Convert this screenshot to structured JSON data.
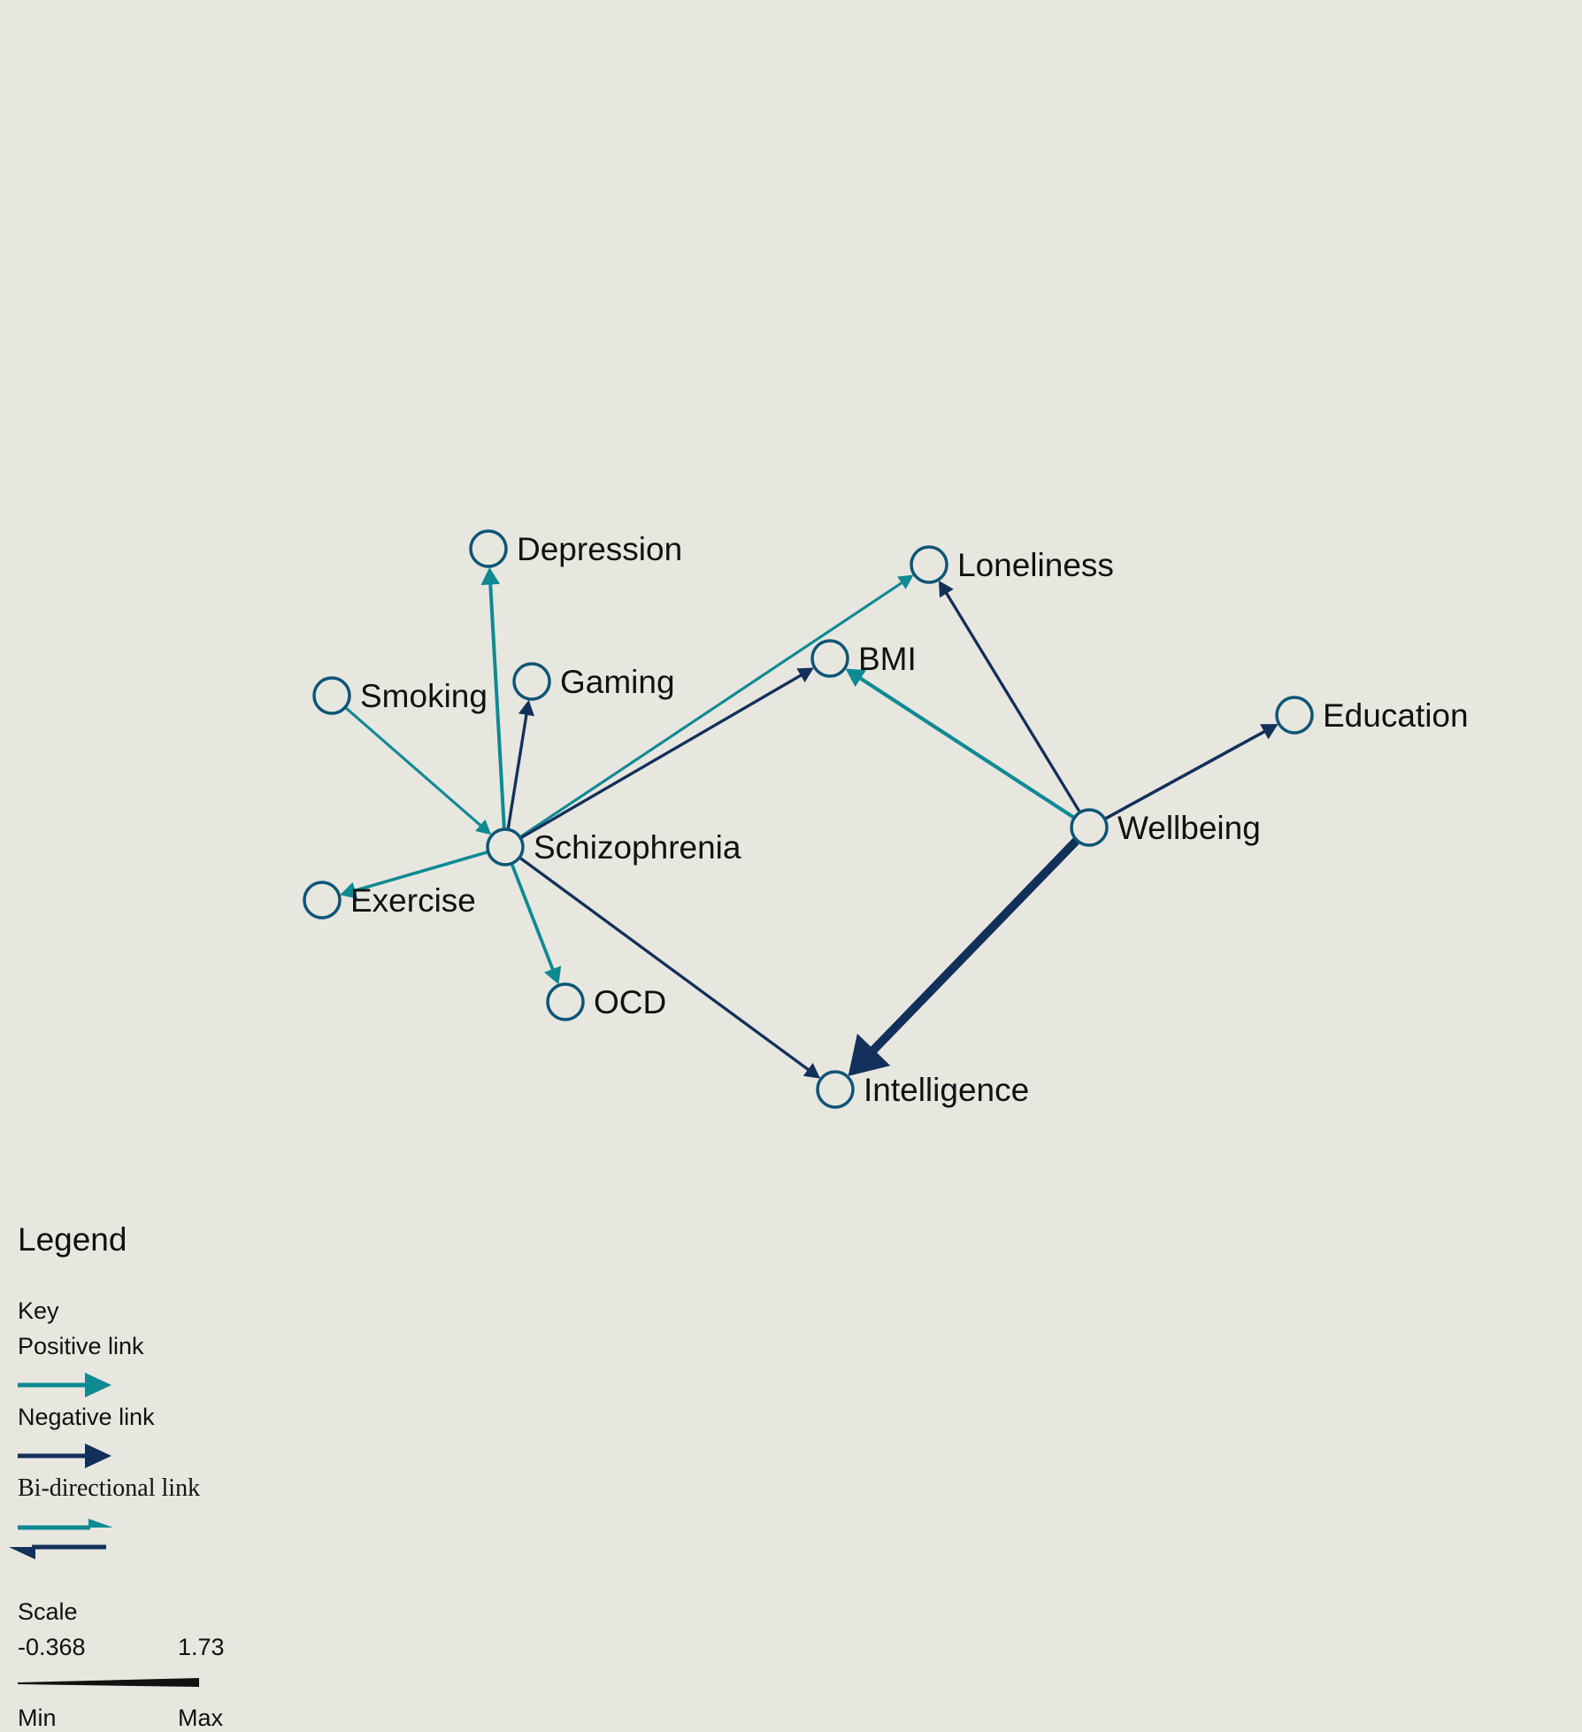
{
  "colors": {
    "positive": "#0e8a93",
    "negative": "#13305a",
    "node_stroke": "#0e5576",
    "background": "#e7e7e0"
  },
  "nodes": [
    {
      "id": "depression",
      "label": "Depression"
    },
    {
      "id": "loneliness",
      "label": "Loneliness"
    },
    {
      "id": "smoking",
      "label": "Smoking"
    },
    {
      "id": "gaming",
      "label": "Gaming"
    },
    {
      "id": "bmi",
      "label": "BMI"
    },
    {
      "id": "education",
      "label": "Education"
    },
    {
      "id": "wellbeing",
      "label": "Wellbeing"
    },
    {
      "id": "schizophrenia",
      "label": "Schizophrenia"
    },
    {
      "id": "exercise",
      "label": "Exercise"
    },
    {
      "id": "ocd",
      "label": "OCD"
    },
    {
      "id": "intelligence",
      "label": "Intelligence"
    }
  ],
  "edges": [
    {
      "from": "schizophrenia",
      "to": "depression",
      "sign": "positive",
      "weight": 0.35
    },
    {
      "from": "schizophrenia",
      "to": "gaming",
      "sign": "negative",
      "weight": 0.2
    },
    {
      "from": "schizophrenia",
      "to": "loneliness",
      "sign": "positive",
      "weight": 0.15
    },
    {
      "from": "schizophrenia",
      "to": "bmi",
      "sign": "negative",
      "weight": 0.2
    },
    {
      "from": "smoking",
      "to": "schizophrenia",
      "sign": "positive",
      "weight": 0.15
    },
    {
      "from": "schizophrenia",
      "to": "exercise",
      "sign": "positive",
      "weight": 0.25
    },
    {
      "from": "schizophrenia",
      "to": "ocd",
      "sign": "positive",
      "weight": 0.3
    },
    {
      "from": "schizophrenia",
      "to": "intelligence",
      "sign": "negative",
      "weight": 0.2
    },
    {
      "from": "wellbeing",
      "to": "bmi",
      "sign": "positive",
      "weight": 0.4
    },
    {
      "from": "wellbeing",
      "to": "loneliness",
      "sign": "negative",
      "weight": 0.2
    },
    {
      "from": "wellbeing",
      "to": "education",
      "sign": "negative",
      "weight": 0.25
    },
    {
      "from": "wellbeing",
      "to": "intelligence",
      "sign": "negative",
      "weight": 1.73
    }
  ],
  "legend": {
    "title": "Legend",
    "key_label": "Key",
    "positive_label": "Positive link",
    "negative_label": "Negative link",
    "bidirectional_label": "Bi-directional link",
    "scale_label": "Scale",
    "scale_min_value": "-0.368",
    "scale_max_value": "1.73",
    "min_label": "Min",
    "max_label": "Max"
  }
}
